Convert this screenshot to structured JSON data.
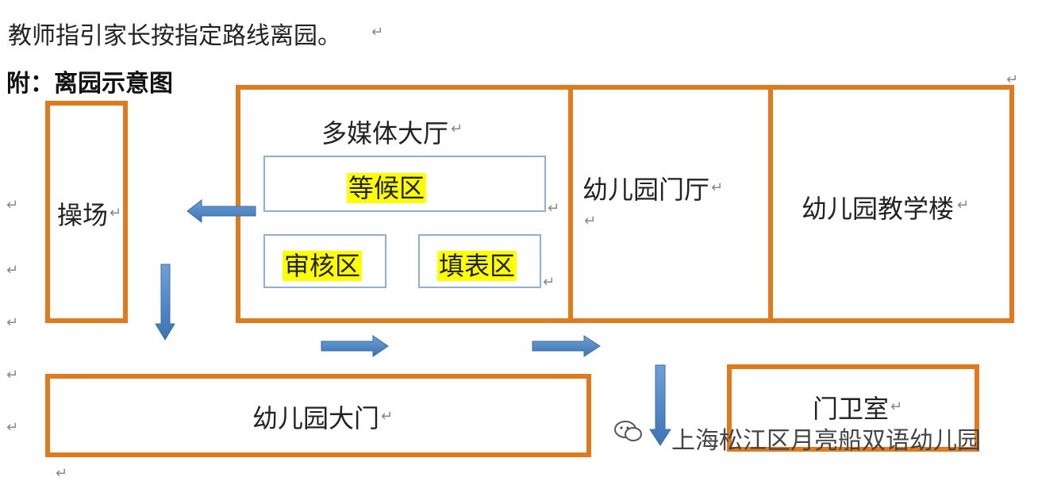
{
  "intro_text": "教师指引家长按指定路线离园。",
  "diagram_title": "附：离园示意图",
  "para_mark": "↵",
  "rooms": {
    "playground": "操场",
    "multimedia_hall": "多媒体大厅",
    "waiting_area": "等候区",
    "review_area": "审核区",
    "form_area": "填表区",
    "kindergarten_lobby": "幼儿园门厅",
    "teaching_building": "幼儿园教学楼",
    "main_gate": "幼儿园大门",
    "guard_room": "门卫室"
  },
  "watermark": "上海松江区月亮船双语幼儿园",
  "colors": {
    "box_border": "#e07a1f",
    "inner_border": "#8fb0d2",
    "arrow": "#4f86c6",
    "highlight": "#ffff00"
  },
  "arrows": [
    "left",
    "down",
    "right",
    "right",
    "down"
  ]
}
